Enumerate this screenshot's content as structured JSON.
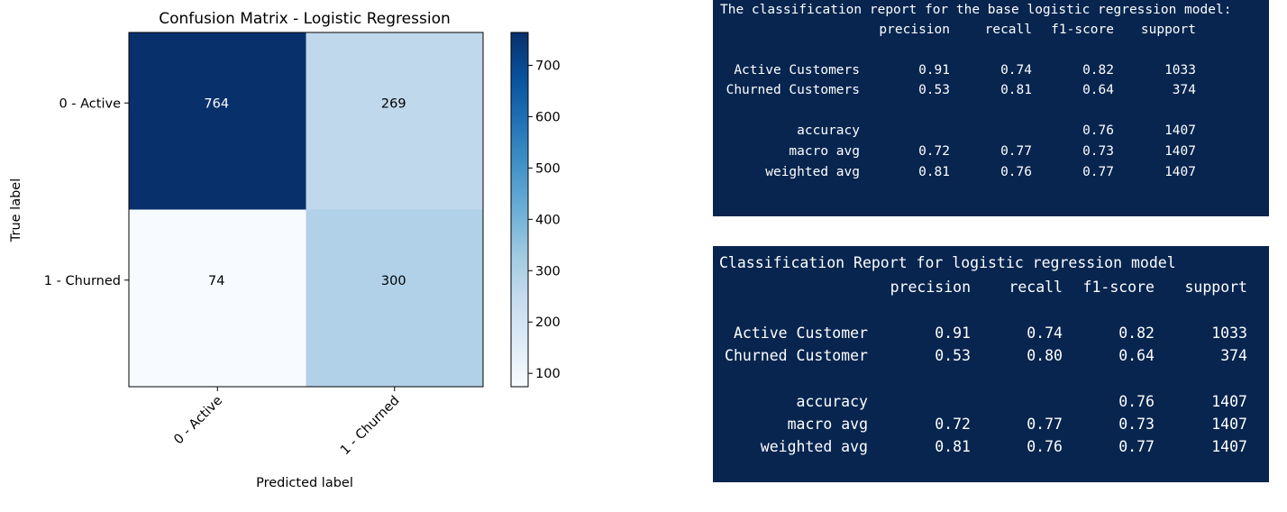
{
  "chart_data": {
    "type": "heatmap",
    "title": "Confusion Matrix - Logistic Regression",
    "xlabel": "Predicted label",
    "ylabel": "True label",
    "x_categories": [
      "0 - Active",
      "1 - Churned"
    ],
    "y_categories": [
      "0 - Active",
      "1 - Churned"
    ],
    "values": [
      [
        764,
        269
      ],
      [
        74,
        300
      ]
    ],
    "colormap": "Blues",
    "colorbar_ticks": [
      100,
      200,
      300,
      400,
      500,
      600,
      700
    ],
    "colorbar_range": [
      74,
      764
    ],
    "colors": {
      "764": "#08306b",
      "269": "#c0d8ec",
      "74": "#f7fbff",
      "300": "#b0d1e8"
    }
  },
  "report1": {
    "title": "The classification report for the base logistic regression model:",
    "headers": [
      "precision",
      "recall",
      "f1-score",
      "support"
    ],
    "rows": [
      {
        "label": "Active Customers",
        "precision": "0.91",
        "recall": "0.74",
        "f1": "0.82",
        "support": "1033"
      },
      {
        "label": "Churned Customers",
        "precision": "0.53",
        "recall": "0.81",
        "f1": "0.64",
        "support": "374"
      },
      {
        "label": "accuracy",
        "precision": "",
        "recall": "",
        "f1": "0.76",
        "support": "1407"
      },
      {
        "label": "macro avg",
        "precision": "0.72",
        "recall": "0.77",
        "f1": "0.73",
        "support": "1407"
      },
      {
        "label": "weighted avg",
        "precision": "0.81",
        "recall": "0.76",
        "f1": "0.77",
        "support": "1407"
      }
    ]
  },
  "report2": {
    "title": "Classification Report for logistic regression model",
    "headers": [
      "precision",
      "recall",
      "f1-score",
      "support"
    ],
    "rows": [
      {
        "label": "Active Customer",
        "precision": "0.91",
        "recall": "0.74",
        "f1": "0.82",
        "support": "1033"
      },
      {
        "label": "Churned Customer",
        "precision": "0.53",
        "recall": "0.80",
        "f1": "0.64",
        "support": "374"
      },
      {
        "label": "accuracy",
        "precision": "",
        "recall": "",
        "f1": "0.76",
        "support": "1407"
      },
      {
        "label": "macro avg",
        "precision": "0.72",
        "recall": "0.77",
        "f1": "0.73",
        "support": "1407"
      },
      {
        "label": "weighted avg",
        "precision": "0.81",
        "recall": "0.76",
        "f1": "0.77",
        "support": "1407"
      }
    ]
  }
}
